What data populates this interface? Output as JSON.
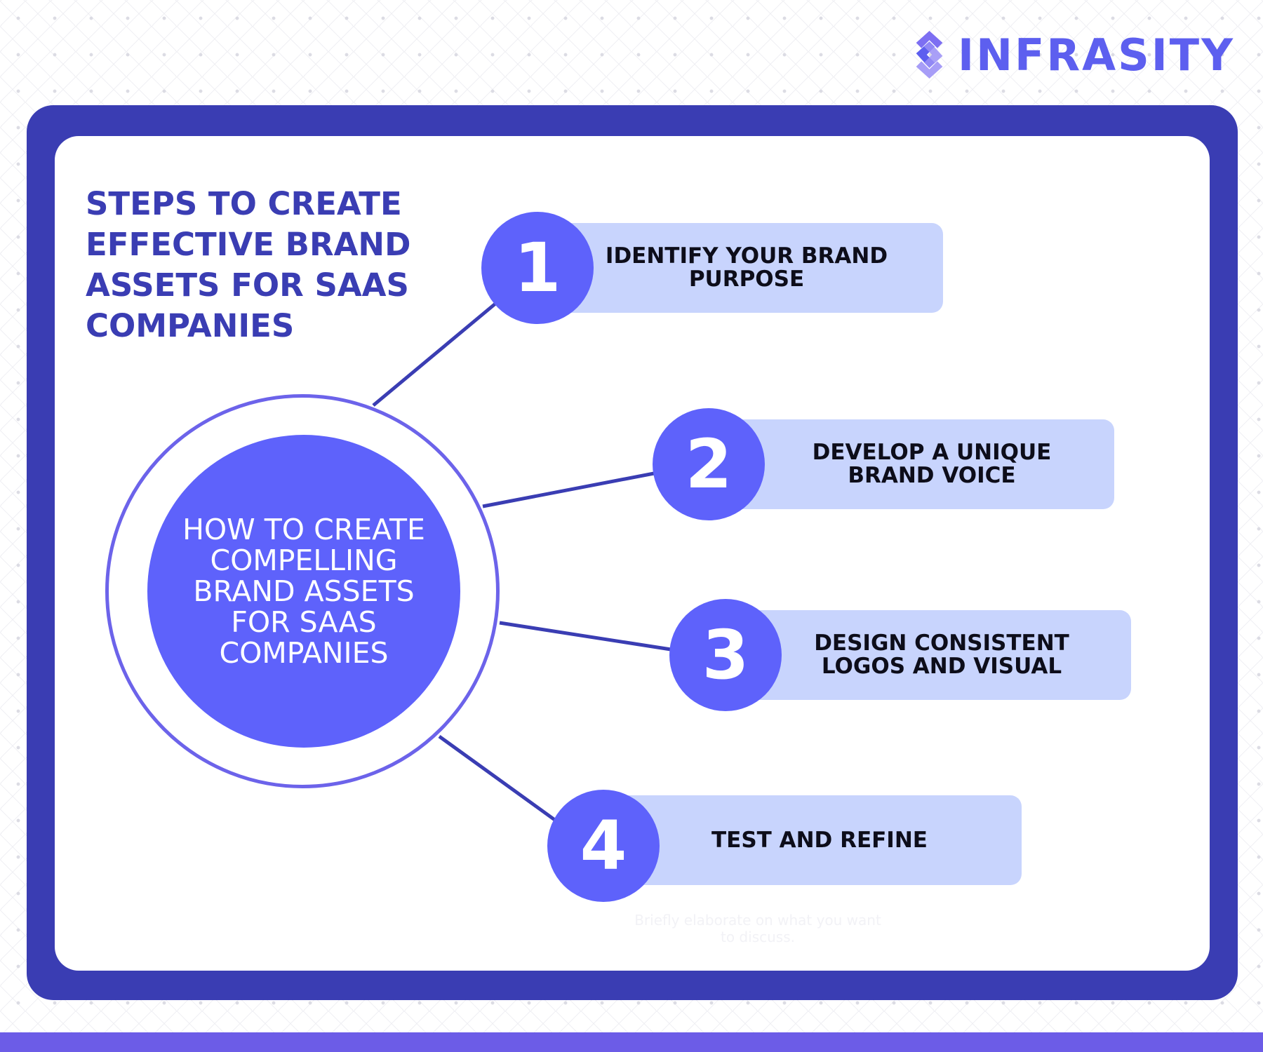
{
  "brand": {
    "name": "INFRASITY",
    "icon": "infrasity-logo-icon",
    "color": "#5d5fef"
  },
  "title": "STEPS TO CREATE EFFECTIVE BRAND ASSETS FOR SAAS COMPANIES",
  "hub": {
    "text": "HOW TO CREATE COMPELLING BRAND ASSETS FOR SAAS COMPANIES"
  },
  "steps": [
    {
      "number": "1",
      "label": "IDENTIFY YOUR BRAND PURPOSE"
    },
    {
      "number": "2",
      "label": "DEVELOP A UNIQUE BRAND VOICE"
    },
    {
      "number": "3",
      "label": "DESIGN CONSISTENT LOGOS AND VISUAL"
    },
    {
      "number": "4",
      "label": "TEST AND REFINE"
    }
  ],
  "hint": "Briefly elaborate on what you want to discuss.",
  "colors": {
    "frame": "#3a3db3",
    "accent": "#5e62fb",
    "card": "#c8d4fd",
    "ring": "#6c63ea",
    "bar": "#6c5ce7"
  }
}
